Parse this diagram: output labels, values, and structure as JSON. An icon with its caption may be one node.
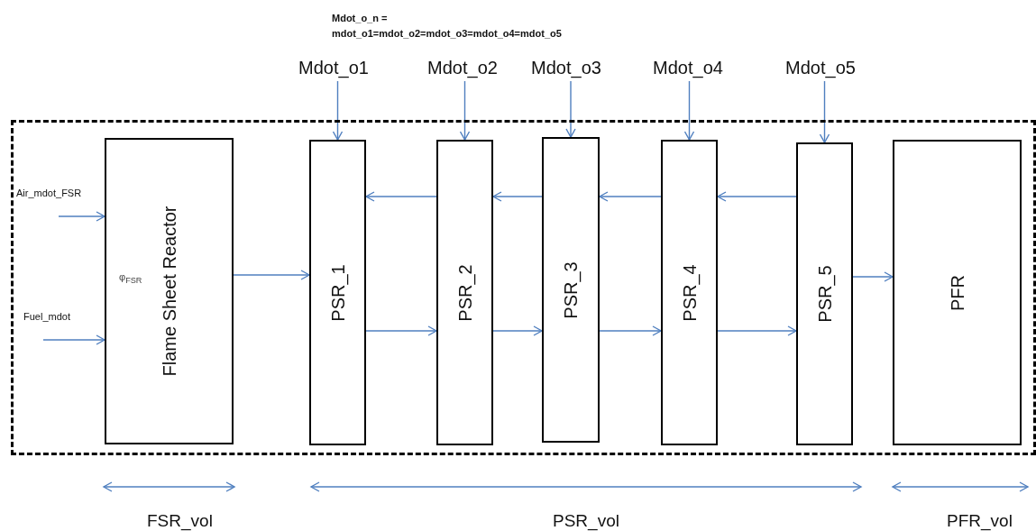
{
  "diagram": {
    "nodes": [
      {
        "text": [],
        "shape": "box"
      },
      {
        "text": [
          "Flame Sheet Reactor",
          "φ$_{FSR}$"
        ],
        "in": 0
      },
      {
        "text": [
          "PSR_1"
        ],
        "in": 0
      },
      {
        "text": [
          "PSR_2"
        ],
        "in": 0
      },
      {
        "text": [
          "PSR_3"
        ],
        "in": 0
      },
      {
        "text": [
          "PSR_4"
        ],
        "in": 0
      },
      {
        "text": [
          "PSR_5"
        ],
        "in": 0
      },
      {
        "text": [
          "PFR"
        ],
        "in": 0
      },
      {
        "text": [
          "Mdot_o1"
        ]
      },
      {
        "text": [
          "Mdot_o2"
        ]
      },
      {
        "text": [
          "Mdot_o3"
        ]
      },
      {
        "text": [
          "Mdot_o4"
        ]
      },
      {
        "text": [
          "Mdot_o5"
        ]
      }
    ],
    "edges": [
      {
        "from": null,
        "to": 1,
        "arrow": "to",
        "label": "Air_mdot_FSR"
      },
      {
        "from": null,
        "to": 1,
        "arrow": "to",
        "label": "Fuel_mdot"
      },
      {
        "from": 1,
        "to": 2,
        "arrow": "to"
      },
      {
        "from": 3,
        "to": 2,
        "arrow": "to"
      },
      {
        "from": 4,
        "to": 3,
        "arrow": "to"
      },
      {
        "from": 5,
        "to": 4,
        "arrow": "to"
      },
      {
        "from": 6,
        "to": 5,
        "arrow": "to"
      },
      {
        "from": 2,
        "to": 3,
        "arrow": "to"
      },
      {
        "from": 3,
        "to": 4,
        "arrow": "to"
      },
      {
        "from": 4,
        "to": 5,
        "arrow": "to"
      },
      {
        "from": 5,
        "to": 6,
        "arrow": "to"
      },
      {
        "from": 6,
        "to": 7,
        "arrow": "to"
      },
      {
        "from": 8,
        "to": 2,
        "arrow": "to"
      },
      {
        "from": 9,
        "to": 3,
        "arrow": "to"
      },
      {
        "from": 10,
        "to": 4,
        "arrow": "to"
      },
      {
        "from": 11,
        "to": 5,
        "arrow": "to"
      },
      {
        "from": 12,
        "to": 6,
        "arrow": "to"
      }
    ],
    "labels": [
      "Mdot_o_n = mdot_o1=mdot_o2=mdot_o3=mdot_o4=mdot_o5",
      "FSR_vol",
      "PSR_vol",
      "PFR_vol"
    ]
  }
}
